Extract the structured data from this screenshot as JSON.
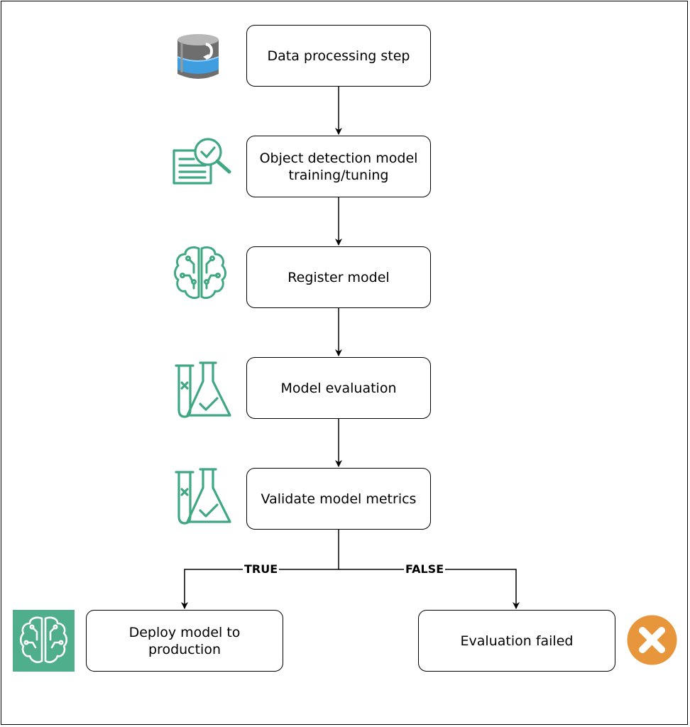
{
  "nodes": {
    "data_processing": "Data processing step",
    "training_line1": "Object detection model",
    "training_line2": "training/tuning",
    "register": "Register model",
    "evaluation": "Model evaluation",
    "validate": "Validate model metrics",
    "deploy_line1": "Deploy model to",
    "deploy_line2": "production",
    "failed": "Evaluation failed"
  },
  "edges": {
    "true_label": "TRUE",
    "false_label": "FALSE"
  },
  "icons": {
    "data_processing": "database-icon",
    "training": "document-search-icon",
    "register": "brain-circuit-icon",
    "evaluation": "flask-check-icon",
    "validate": "flask-check-icon",
    "deploy": "sagemaker-brain-icon",
    "failed": "error-x-icon"
  },
  "colors": {
    "accent_green": "#3fa882",
    "tile_green": "#4fae8c",
    "failed_orange": "#e8963c",
    "db_blue": "#3e9ee0"
  }
}
